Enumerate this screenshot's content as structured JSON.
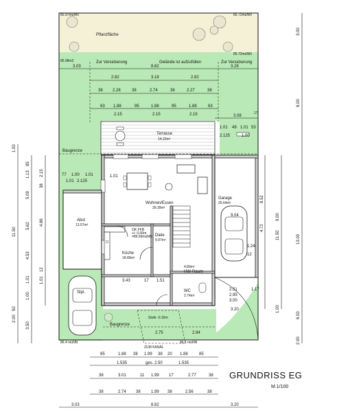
{
  "title": "GRUNDRISS EG",
  "scale": "M.1/100",
  "outdoor": {
    "plant_area": "Pflanzfläche",
    "insurance_left": "Zur Versickerung",
    "insurance_right": "Zur Versickerung",
    "fill_note": "Gelände ist aufzufüllen",
    "building_line_top": "Baugrenze",
    "building_line_bottom": "Baugrenze",
    "terrace": "Terrasse",
    "terrace_area": "14.22m²",
    "parking": "Stpl.",
    "entrance": "ZUM KANAL",
    "stair_step": "Stufe -0.16m",
    "level_top_left": "85.97müNN",
    "level_top_right": "85.72müNN",
    "level_mid_left": "85.98m2",
    "level_mid_right": "85.72müNN",
    "level_bot_left": "86.4 müNN",
    "level_bot_right": "86.1 müNN"
  },
  "rooms": {
    "living": "Wohnen/Essen",
    "living_area": "39.39m²",
    "abst": "Abst",
    "abst_area": "13.57m²",
    "kitchen": "Küche",
    "kitchen_area": "18.89m²",
    "diele": "Diele",
    "diele_area": "9.97m²",
    "garage": "Garage",
    "garage_area": "25.64m²",
    "hw": "HW-Raum",
    "hw_area": "4.89m²",
    "wc": "WC",
    "wc_area": "2.74m²",
    "level_note": "OK FFB",
    "level_value": "+/- 0.00m",
    "level_nn": "=86.59müNN"
  },
  "dims_top": {
    "row1": [
      "3.03",
      "8.82",
      "3.28"
    ],
    "row2": [
      "2.82",
      "3.18",
      "2.82"
    ],
    "row3": [
      "38",
      "2.28",
      "38",
      "2.74",
      "38",
      "2.27",
      "38"
    ],
    "row4": [
      "63",
      "1.88",
      "95",
      "1.88",
      "95",
      "1.88",
      "63"
    ],
    "row5": [
      "2.15",
      "2.15",
      "2.15"
    ],
    "row6": [
      "3.08",
      "17"
    ],
    "row7": [
      "1.01",
      "49",
      "1.01",
      "53"
    ],
    "row8": [
      "2.125",
      "1.00"
    ]
  },
  "dims_left": {
    "outer": [
      "1.00",
      "11.50",
      "2.00",
      "3.50"
    ],
    "mid": [
      "85",
      "1.13",
      "5.09",
      "5.62",
      "4.53",
      "1.01",
      "1.00",
      "50"
    ],
    "inner": [
      "38",
      "2.15",
      "4.86",
      "12",
      "1.01"
    ]
  },
  "dims_right": {
    "outer": [
      "3.00",
      "8.00",
      "13.00",
      "6.00",
      "2.00"
    ],
    "mid": [
      "9.00",
      "11.50",
      "1.00"
    ],
    "inner": [
      "8.52",
      "4.72",
      "2.51",
      "2.95",
      "3.00",
      "1.17"
    ]
  },
  "dims_bottom": {
    "row1": [
      "85",
      "1.88",
      "38",
      "1.99",
      "38",
      "20",
      "1.88",
      "85"
    ],
    "row2": [
      "1.535",
      "ges. 2.50",
      "1.535"
    ],
    "row3": [
      "38",
      "3.01",
      "11",
      "1.99",
      "17",
      "2.77",
      "38"
    ],
    "row4": [
      "38",
      "2.74",
      "38",
      "1.99",
      "38",
      "2.56",
      "38"
    ],
    "row5": [
      "3.03",
      "8.82",
      "3.20"
    ]
  },
  "interior_dims": [
    "77",
    "1.00",
    "1.01",
    "1.01",
    "2.125",
    "3.43",
    "17",
    "1.51",
    "2.75",
    "2.94",
    "9.04",
    "3.20",
    "1.01",
    "1.24",
    "12"
  ]
}
